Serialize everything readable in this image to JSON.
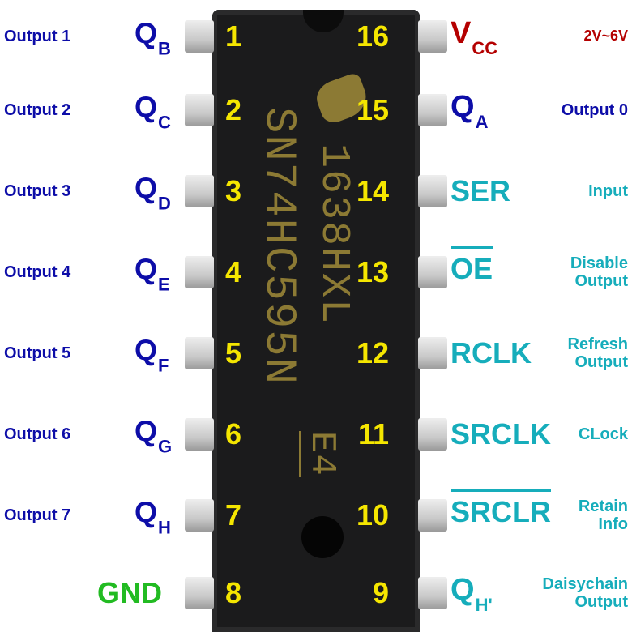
{
  "chip": {
    "marking_line1": "1638HXL",
    "marking_line2": "E4",
    "marking_part": "SN74HC595N"
  },
  "colors": {
    "output": "#0d0da8",
    "pin_number": "#f5e600",
    "control": "#16adbb",
    "power": "#b40000",
    "ground": "#22bb22"
  },
  "left_pins": [
    {
      "number": "1",
      "signal": "Q",
      "sub": "B",
      "desc": "Output 1"
    },
    {
      "number": "2",
      "signal": "Q",
      "sub": "C",
      "desc": "Output 2"
    },
    {
      "number": "3",
      "signal": "Q",
      "sub": "D",
      "desc": "Output 3"
    },
    {
      "number": "4",
      "signal": "Q",
      "sub": "E",
      "desc": "Output 4"
    },
    {
      "number": "5",
      "signal": "Q",
      "sub": "F",
      "desc": "Output 5"
    },
    {
      "number": "6",
      "signal": "Q",
      "sub": "G",
      "desc": "Output 6"
    },
    {
      "number": "7",
      "signal": "Q",
      "sub": "H",
      "desc": "Output 7"
    },
    {
      "number": "8",
      "signal": "GND",
      "sub": "",
      "desc": ""
    }
  ],
  "right_pins": [
    {
      "number": "16",
      "signal": "V",
      "sub": "CC",
      "desc": "2V~6V",
      "color": "power",
      "overline": false
    },
    {
      "number": "15",
      "signal": "Q",
      "sub": "A",
      "desc": "Output 0",
      "color": "output",
      "overline": false
    },
    {
      "number": "14",
      "signal": "SER",
      "sub": "",
      "desc": "Input",
      "color": "control",
      "overline": false
    },
    {
      "number": "13",
      "signal": "OE",
      "sub": "",
      "desc": "Disable\nOutput",
      "color": "control",
      "overline": true
    },
    {
      "number": "12",
      "signal": "RCLK",
      "sub": "",
      "desc": "Refresh\nOutput",
      "color": "control",
      "overline": false
    },
    {
      "number": "11",
      "signal": "SRCLK",
      "sub": "",
      "desc": "CLock",
      "color": "control",
      "overline": false
    },
    {
      "number": "10",
      "signal": "SRCLR",
      "sub": "",
      "desc": "Retain\nInfo",
      "color": "control",
      "overline": true
    },
    {
      "number": "9",
      "signal": "Q",
      "sub": "H'",
      "desc": "Daisychain\nOutput",
      "color": "control",
      "overline": false
    }
  ]
}
